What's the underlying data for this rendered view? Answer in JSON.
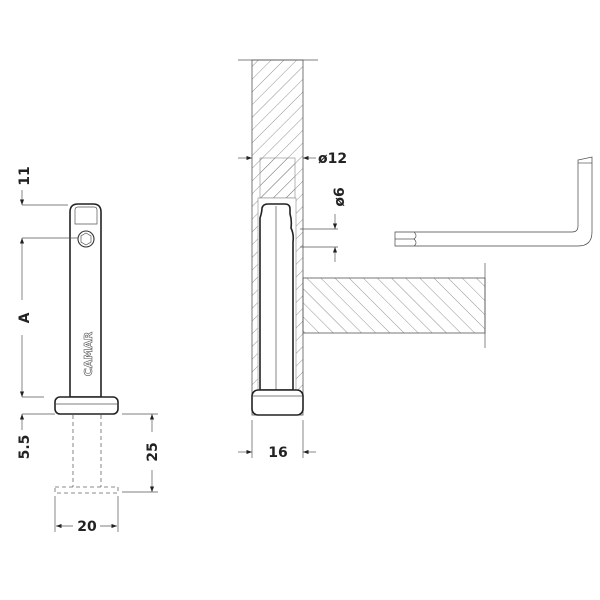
{
  "title": "Cam shelf support pin technical drawing",
  "dimensions": {
    "top_offset": "11",
    "length": "A",
    "head_thickness": "5.5",
    "insertion_depth": "25",
    "head_width": "20",
    "hole_diameter": "ø12",
    "key_diameter": "ø6",
    "wall_thickness": "16"
  },
  "logo_text": "CAMAR"
}
